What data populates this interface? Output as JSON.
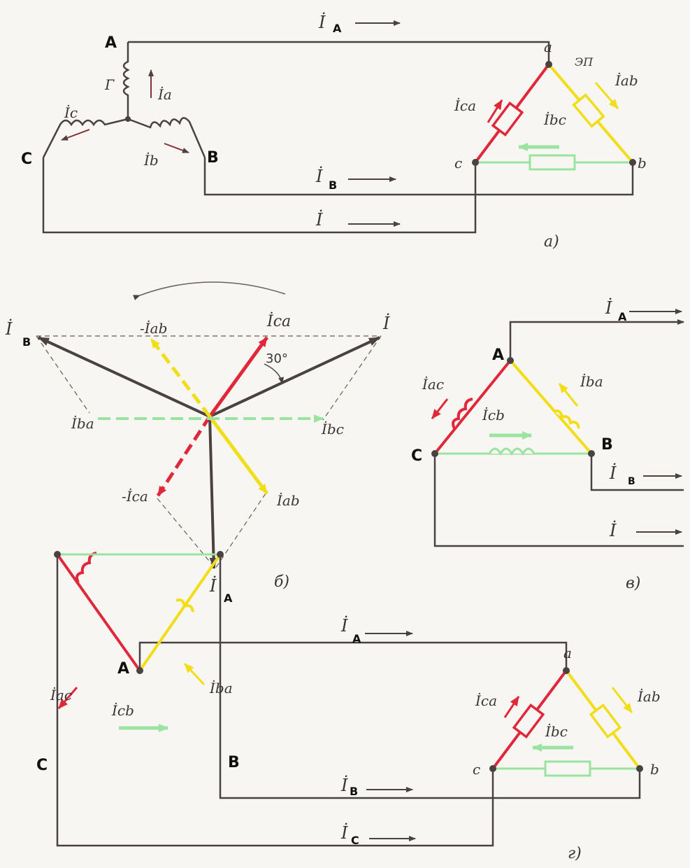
{
  "nodes": {
    "A": "A",
    "B": "B",
    "C": "C",
    "a": "a",
    "b": "b",
    "c": "c"
  },
  "currents": {
    "IA": "İ",
    "IA_sub": "A",
    "IB": "İ",
    "IB_sub": "B",
    "IC": "İ",
    "IC_sub": "C",
    "Ia": "İa",
    "Ib": "İb",
    "Ic": "İc",
    "Ica": "İca",
    "Iab": "İab",
    "Ibc": "İbc",
    "Iac": "İac",
    "Iba": "İba",
    "Icb": "İcb",
    "neg_Iab": "-İab",
    "neg_Ica": "-İca",
    "I_plain": "İ"
  },
  "labels": {
    "generator": "Г",
    "load": "ЭП",
    "angle": "30°",
    "cap_a": "a)",
    "cap_b": "б)",
    "cap_c": "в)",
    "cap_d": "г)"
  },
  "colors": {
    "wire": "#4a4242",
    "phase_ca": "#e0283a",
    "phase_ab": "#f1de18",
    "phase_bc": "#9be3a0"
  }
}
